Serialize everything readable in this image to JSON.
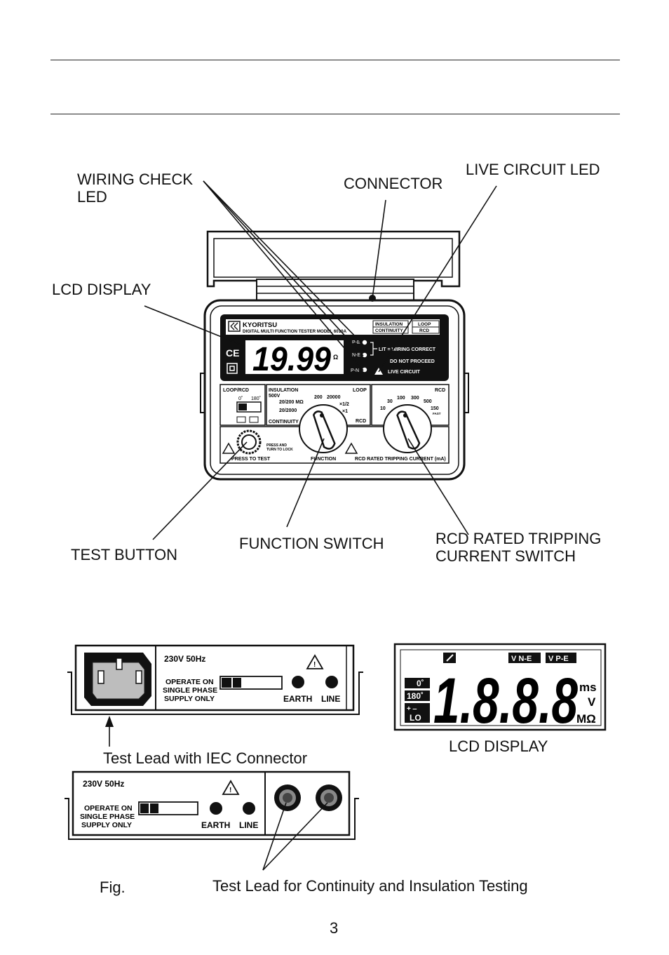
{
  "labels": {
    "wiring_check_led_1": "WIRING CHECK",
    "wiring_check_led_2": "LED",
    "connector": "CONNECTOR",
    "live_circuit_led": "LIVE CIRCUIT LED",
    "lcd_display": "LCD DISPLAY",
    "test_button": "TEST BUTTON",
    "function_switch": "FUNCTION SWITCH",
    "rcd_switch_1": "RCD RATED TRIPPING",
    "rcd_switch_2": "CURRENT SWITCH",
    "lcd_display_bottom": "LCD DISPLAY",
    "test_lead_iec": "Test Lead with IEC Connector",
    "fig": "Fig.",
    "test_lead_cont": "Test Lead for Continuity and Insulation Testing",
    "page_number": "3"
  },
  "device": {
    "brand": "KYORITSU",
    "model_line": "DIGITAL MULTI FUNCTION TESTER MODEL 6010A",
    "mode_ins": "INSULATION",
    "mode_cont": "CONTINUITY",
    "mode_loop": "LOOP",
    "mode_rcd": "RCD",
    "lcd_reading": "19.99",
    "lcd_unit": "Ω",
    "led_pe": "P-E",
    "led_ne": "N-E",
    "led_pn": "P-N",
    "legend_lit": "LIT = WIRING CORRECT",
    "legend_do_not": "DO NOT PROCEED",
    "legend_live": "LIVE CIRCUIT",
    "panel_loop_rcd": "LOOP/RCD",
    "angle_0": "0˚",
    "angle_180": "180˚",
    "panel_ins": "INSULATION",
    "panel_500v": "500V",
    "range_20_200": "20/200 MΩ",
    "range_20_2000": "20/2000",
    "panel_continuity": "CONTINUITY",
    "loop_200": "200",
    "loop_20000": "20000",
    "loop_half": "×1/2",
    "loop_x1": "×1",
    "loop_label": "LOOP",
    "rcd_label": "RCD",
    "rcd_10": "10",
    "rcd_30": "30",
    "rcd_100": "100",
    "rcd_300": "300",
    "rcd_500": "500",
    "rcd_150": "150",
    "rcd_fast": "FAST",
    "press_turn": "PRESS AND",
    "turn_lock": "TURN TO LOCK",
    "press_to_test": "PRESS TO TEST",
    "function_caption": "FUNCTION",
    "rcd_caption": "RCD RATED TRIPPING CURRENT (mA)"
  },
  "connector_panel": {
    "voltage": "230V 50Hz",
    "operate_1": "OPERATE ON",
    "operate_2": "SINGLE PHASE",
    "operate_3": "SUPPLY ONLY",
    "earth": "EARTH",
    "line": "LINE"
  },
  "lcd_detail": {
    "digits": "1.8.8.8",
    "v_ne": "V N-E",
    "v_pe": "V P-E",
    "deg0": "0˚",
    "deg180": "180˚",
    "lo": "LO",
    "unit_ms": "ms",
    "unit_v": "V",
    "unit_mohm": "MΩ"
  }
}
